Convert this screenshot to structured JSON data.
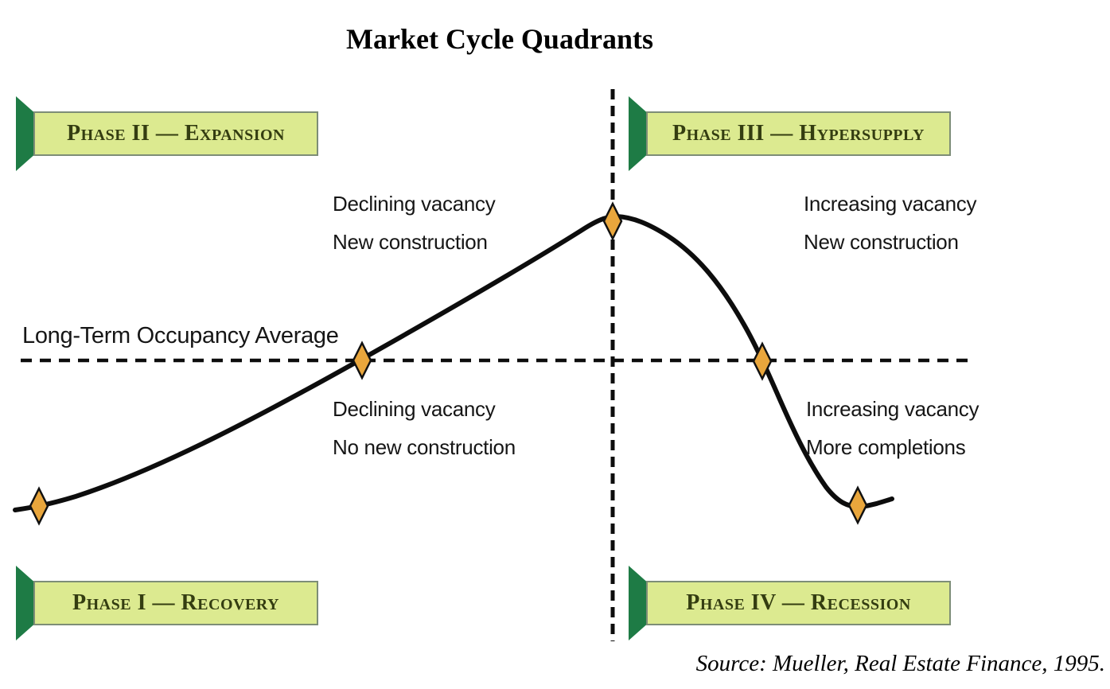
{
  "title": "Market Cycle Quadrants",
  "source": "Source: Mueller, Real Estate Finance, 1995.",
  "occupancy_line_label": "Long-Term Occupancy Average",
  "banners": {
    "expansion": "Phase II — Expansion",
    "hypersupply": "Phase III — Hypersupply",
    "recovery": "Phase I — Recovery",
    "recession": "Phase IV — Recession"
  },
  "annotations": {
    "expansion": {
      "line1": "Declining vacancy",
      "line2": "New construction"
    },
    "hypersupply": {
      "line1": "Increasing vacancy",
      "line2": "New construction"
    },
    "recovery": {
      "line1": "Declining vacancy",
      "line2": "No new construction"
    },
    "recession": {
      "line1": "Increasing vacancy",
      "line2": "More completions"
    }
  },
  "colors": {
    "arrow_green": "#1e7b45",
    "banner_fill": "#dcea90",
    "banner_border": "#7d8d77",
    "banner_text": "#343d11",
    "marker_fill": "#e9a63c",
    "line_color": "#0d0d0d"
  },
  "diagram": {
    "type": "market-cycle-curve",
    "curve_markers": [
      {
        "name": "recovery-start",
        "location": "bottom of cycle, left side"
      },
      {
        "name": "expansion-crossover",
        "location": "curve crosses long-term occupancy average rising"
      },
      {
        "name": "cycle-peak",
        "location": "top of curve at phase divider line"
      },
      {
        "name": "recession-crossover",
        "location": "curve crosses long-term occupancy average falling"
      },
      {
        "name": "cycle-trough",
        "location": "bottom of cycle, right side"
      }
    ],
    "reference_lines": [
      {
        "name": "long-term-occupancy-average",
        "orientation": "horizontal",
        "style": "dashed"
      },
      {
        "name": "phase-divider",
        "orientation": "vertical",
        "style": "dashed"
      }
    ]
  }
}
